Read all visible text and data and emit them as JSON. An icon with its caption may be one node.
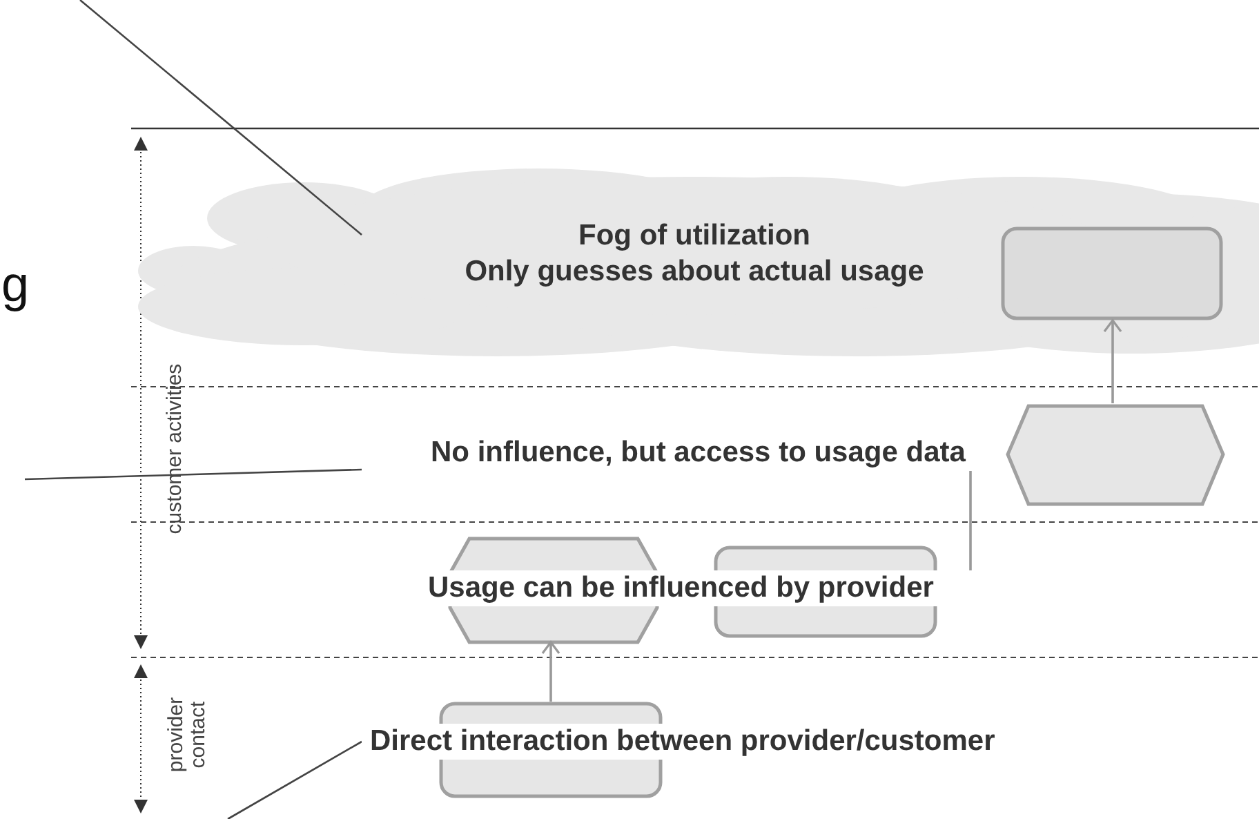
{
  "diagram": {
    "nodes": [
      {
        "text": [
          "Fog of utilization",
          "Only guesses about actual usage"
        ]
      },
      {
        "text": [],
        "shape": "box",
        "in": 0
      },
      {
        "text": [
          "No influence, but access to usage data"
        ]
      },
      {
        "text": [],
        "shape": "hexagon"
      },
      {
        "text": [],
        "shape": "hexagon"
      },
      {
        "text": [
          "Usage can be influenced by provider"
        ]
      },
      {
        "text": [],
        "shape": "box"
      },
      {
        "text": [
          "Direct interaction between provider/customer"
        ]
      },
      {
        "text": [],
        "shape": "box"
      }
    ],
    "edges": [
      {
        "from": 3,
        "to": 1,
        "arrow": "to"
      },
      {
        "from": 8,
        "to": 4,
        "arrow": "to"
      },
      {
        "from": 5,
        "to": 2,
        "arrow": "none"
      },
      {
        "from": null,
        "to": 0,
        "arrow": "none"
      },
      {
        "from": null,
        "to": 2,
        "arrow": "none"
      },
      {
        "from": null,
        "to": 7,
        "arrow": "none"
      }
    ],
    "labels": [
      "g",
      "customer activities",
      "provider contact"
    ]
  }
}
